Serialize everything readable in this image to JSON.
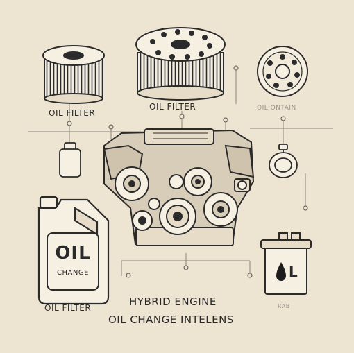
{
  "labels": {
    "filter_left": "OIL FILTER",
    "filter_center": "OIL FILTER",
    "oil_container_faded": "OIL ONTAIN",
    "jug_main": "OIL",
    "jug_sub": "CHANGE",
    "filter_bottom_left": "OIL FILTER",
    "title_line1": "HYBRID ENGINE",
    "title_line2": "OIL CHANGE INTELENS",
    "box_mark": "L",
    "box_caption_faded": "RAB"
  },
  "colors": {
    "background": "#ede4d2",
    "ink": "#2b2b2b",
    "fill_light": "#f6f0e3",
    "accent_drop": "#1c1c1c"
  }
}
